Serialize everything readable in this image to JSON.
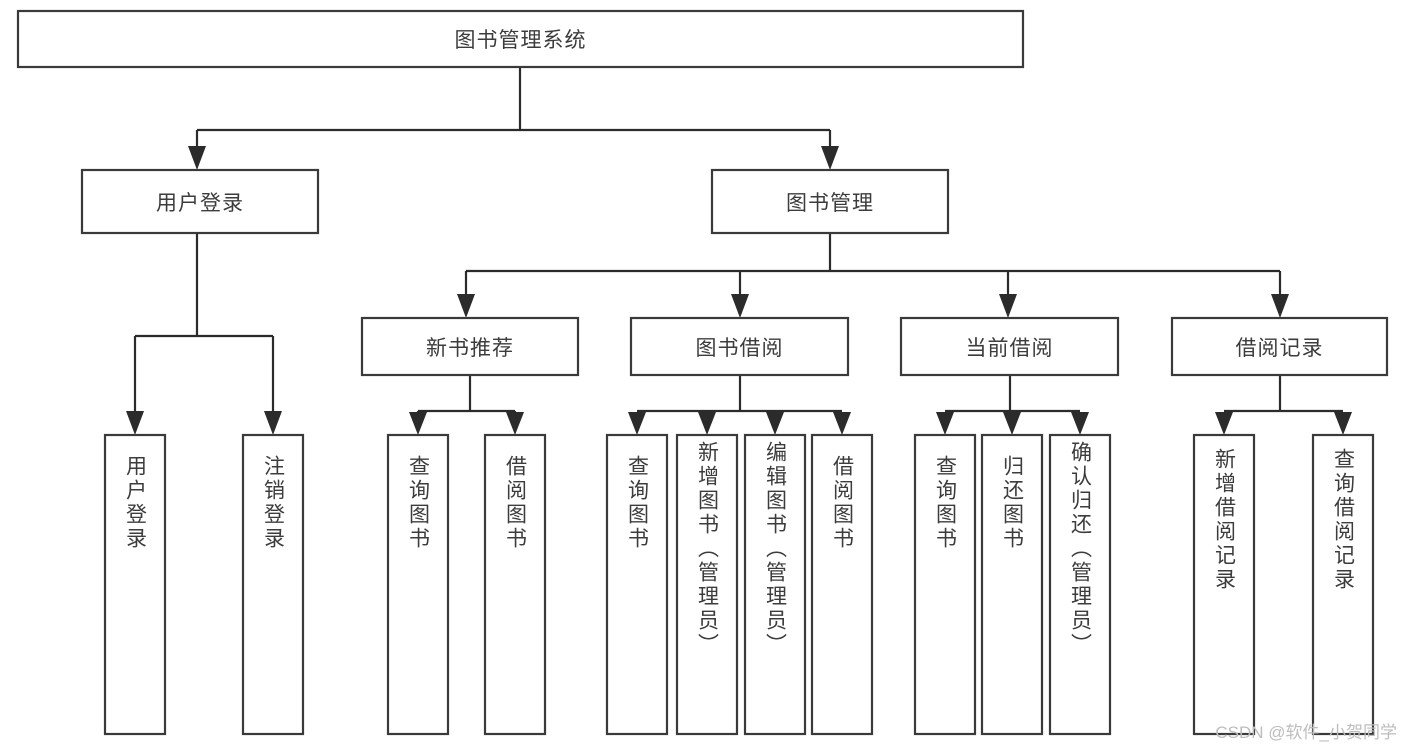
{
  "diagram": {
    "title": "图书管理系统",
    "type": "tree",
    "orientation": "top-down",
    "colors": {
      "box_fill": "#ffffff",
      "box_stroke": "#3a3a3a",
      "connector": "#2b2b2b",
      "text": "#3c3c3c",
      "background": "#ffffff",
      "watermark": "#bdbdbd"
    },
    "root": {
      "label": "图书管理系统"
    },
    "level2": [
      {
        "label": "用户登录"
      },
      {
        "label": "图书管理"
      }
    ],
    "level3": [
      {
        "label": "新书推荐"
      },
      {
        "label": "图书借阅"
      },
      {
        "label": "当前借阅"
      },
      {
        "label": "借阅记录"
      }
    ],
    "leaves": {
      "user_login": [
        {
          "label": "用户登录"
        },
        {
          "label": "注销登录"
        }
      ],
      "new_book_recommend": [
        {
          "label": "查询图书"
        },
        {
          "label": "借阅图书"
        }
      ],
      "book_borrow": [
        {
          "label": "查询图书"
        },
        {
          "label": "新增图书（管理员）"
        },
        {
          "label": "编辑图书（管理员）"
        },
        {
          "label": "借阅图书"
        }
      ],
      "current_borrow": [
        {
          "label": "查询图书"
        },
        {
          "label": "归还图书"
        },
        {
          "label": "确认归还（管理员）"
        }
      ],
      "borrow_record": [
        {
          "label": "新增借阅记录"
        },
        {
          "label": "查询借阅记录"
        }
      ]
    }
  },
  "watermark": {
    "text": "CSDN @软件_小贺同学"
  }
}
